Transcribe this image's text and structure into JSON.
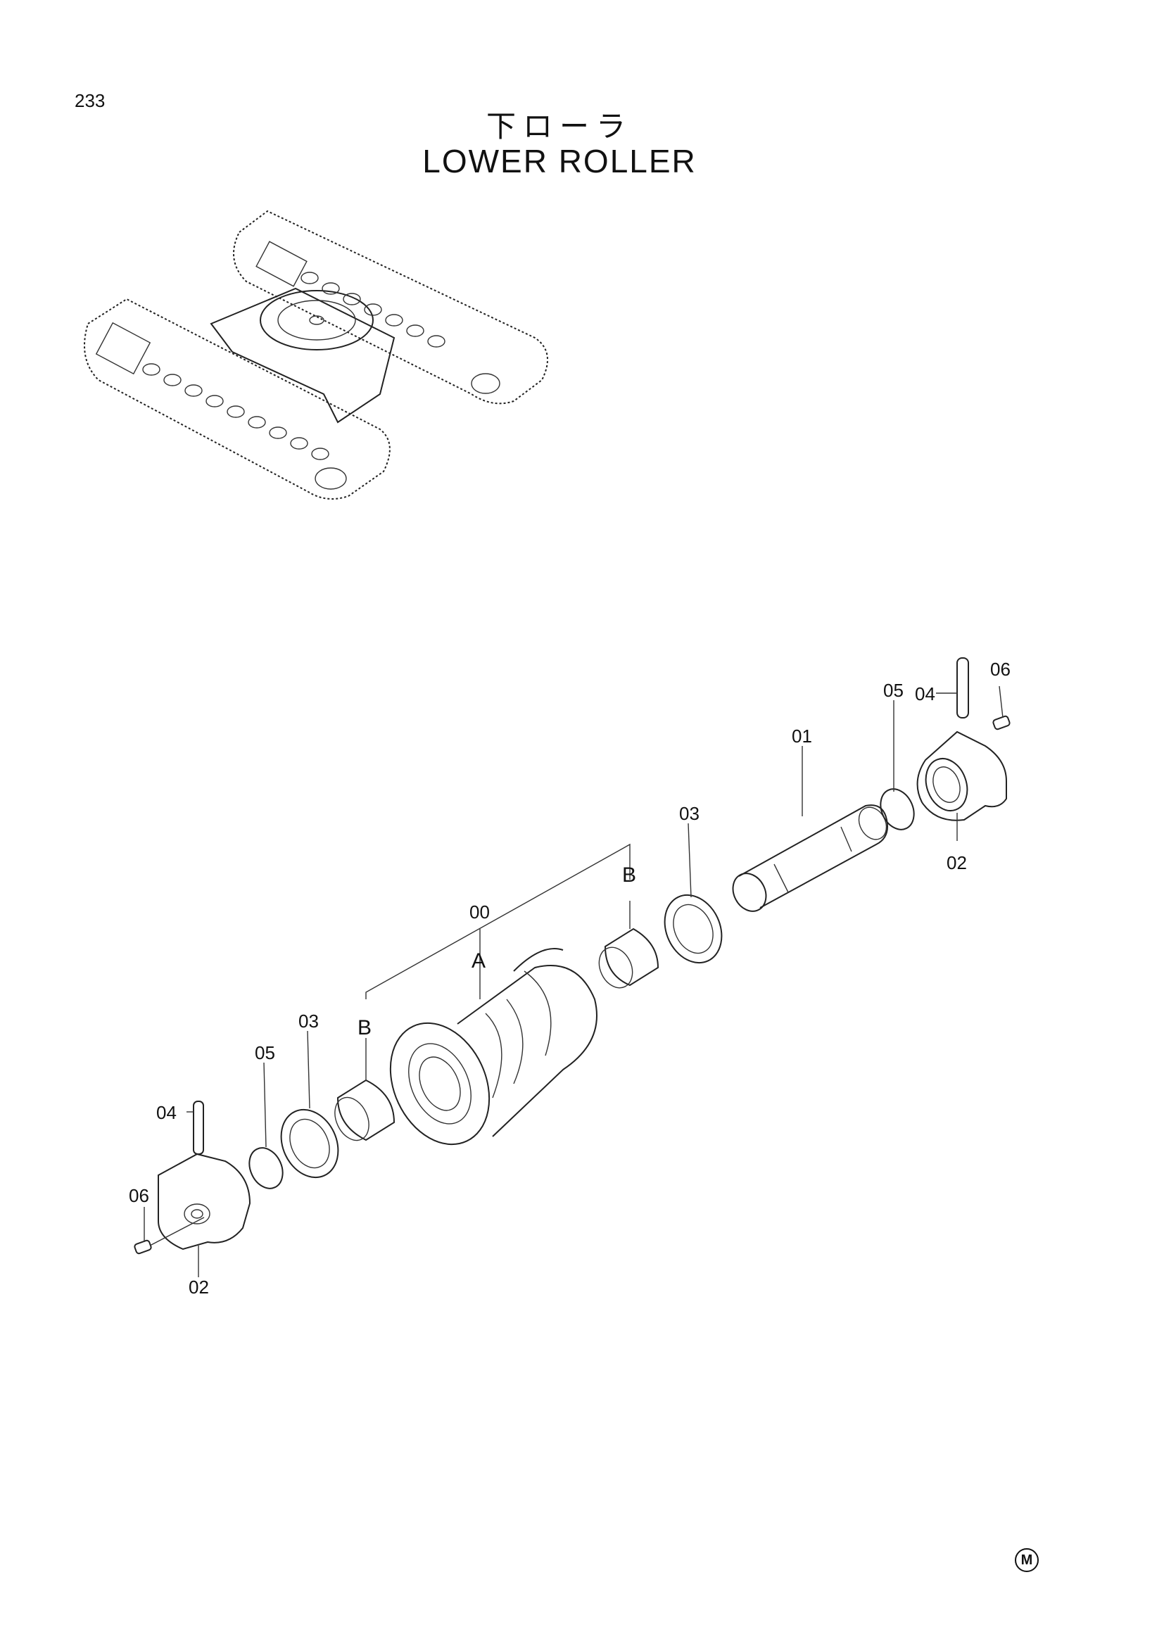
{
  "page_number": "233",
  "title_jp": "下ローラ",
  "title_en": "LOWER ROLLER",
  "callouts": {
    "assembly": "00",
    "roller": "A",
    "bushing": "B",
    "shaft": "01",
    "collar": "02",
    "seal": "03",
    "pin": "04",
    "o_ring": "05",
    "plug": "06"
  },
  "mark": "M"
}
